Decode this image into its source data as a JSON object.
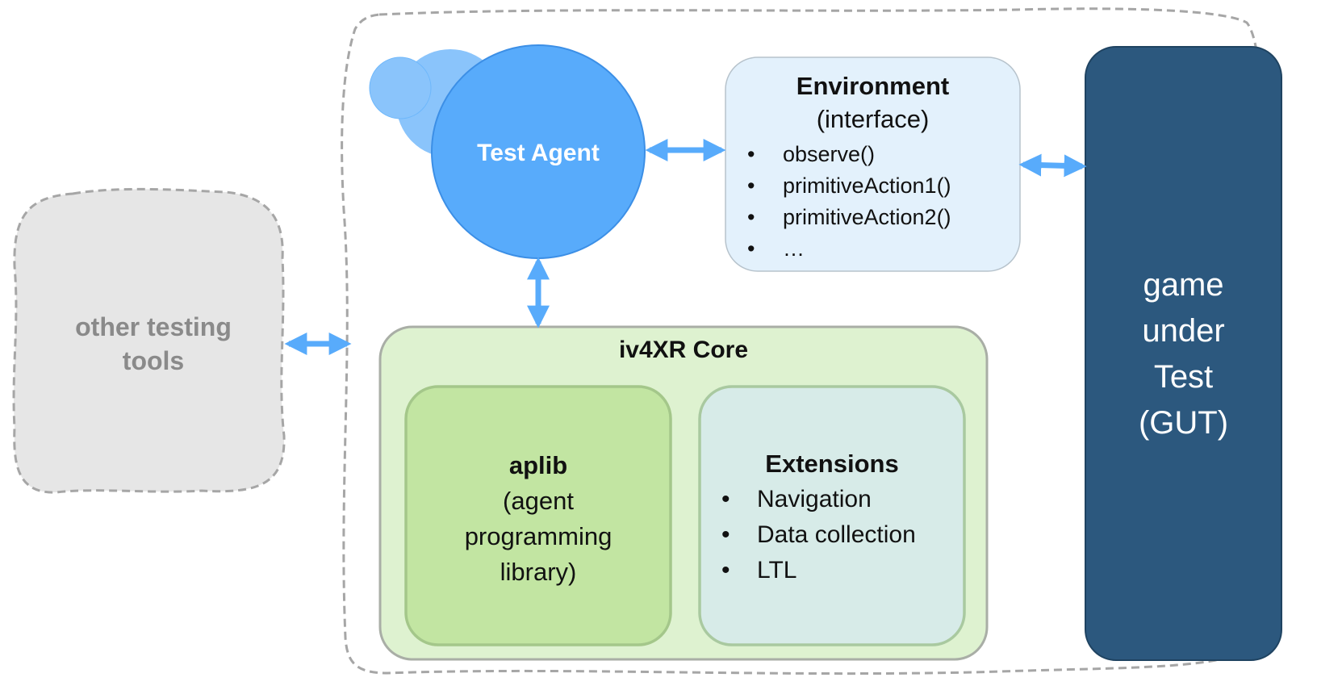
{
  "other_tools": {
    "label_line1": "other testing",
    "label_line2": "tools"
  },
  "test_agent": {
    "label": "Test Agent"
  },
  "environment": {
    "title": "Environment",
    "subtitle": "(interface)",
    "items": [
      "observe()",
      "primitiveAction1()",
      "primitiveAction2()",
      "…"
    ]
  },
  "core": {
    "title": "iv4XR Core",
    "aplib": {
      "title": "aplib",
      "line1": "(agent",
      "line2": "programming",
      "line3": "library)"
    },
    "extensions": {
      "title": "Extensions",
      "items": [
        "Navigation",
        "Data collection",
        "LTL"
      ]
    }
  },
  "gut": {
    "line1": "game",
    "line2": "under",
    "line3": "Test",
    "line4": "(GUT)"
  },
  "colors": {
    "agent_blue": "#58abfb",
    "agent_blue_light": "#8ac4fb",
    "env_fill": "#e3f1fc",
    "core_fill": "#def2d0",
    "aplib_fill": "#c2e5a2",
    "ext_fill": "#d7ebe8",
    "gut_fill": "#2c587e",
    "other_fill": "#e6e6e6",
    "arrow": "#58abfb"
  }
}
